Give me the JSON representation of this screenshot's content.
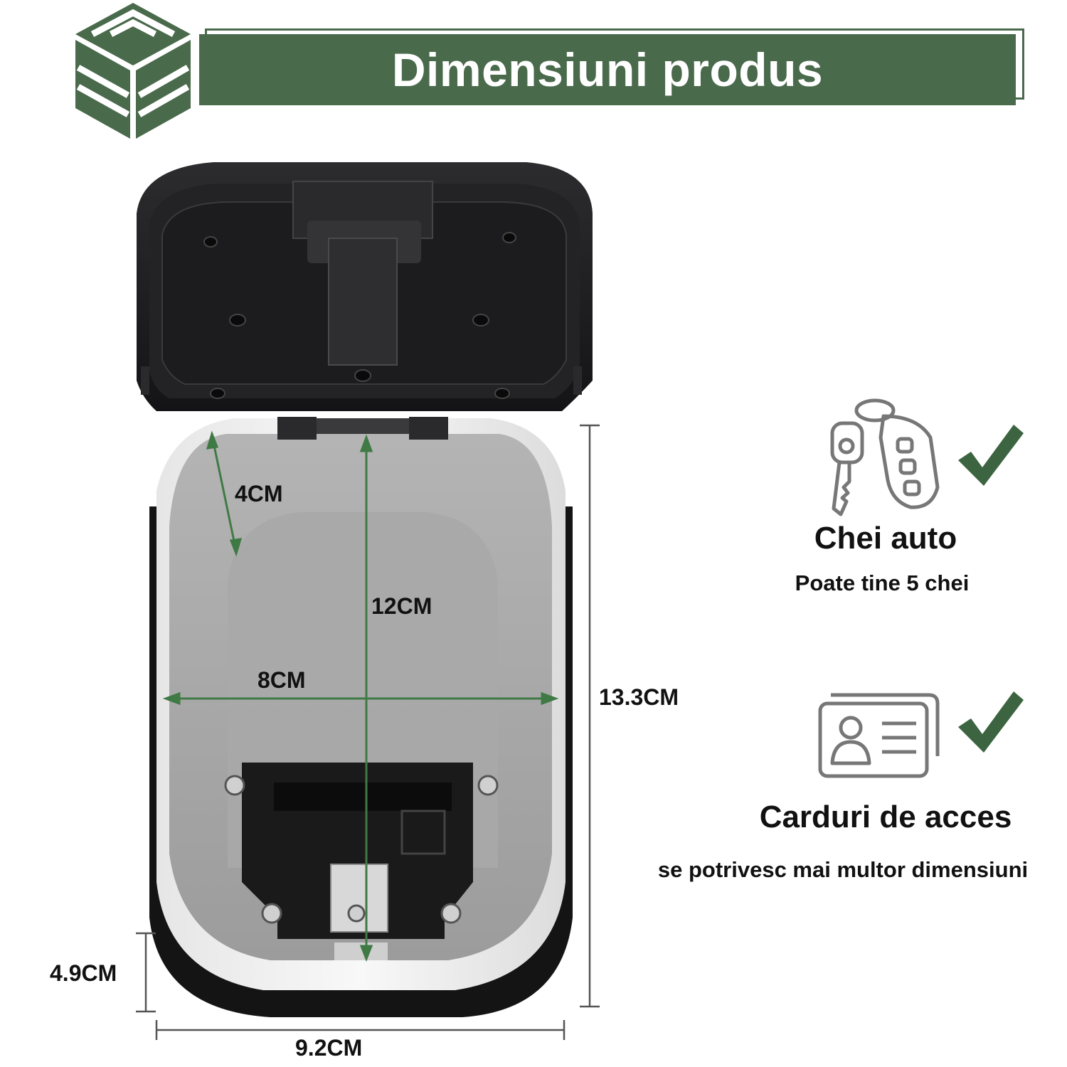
{
  "header": {
    "title": "Dimensiuni produs",
    "brand_color": "#4a6a4c"
  },
  "product": {
    "icon": "key-lock-box-open",
    "dimensions": {
      "depth": "4CM",
      "inner_height": "12CM",
      "inner_width": "8CM",
      "outer_height": "13.3CM",
      "thickness": "4.9CM",
      "outer_width": "9.2CM"
    }
  },
  "features": [
    {
      "icon": "car-keys-icon",
      "check_icon": "checkmark-icon",
      "title": "Chei auto",
      "subtitle": "Poate tine 5 chei"
    },
    {
      "icon": "access-card-icon",
      "check_icon": "checkmark-icon",
      "title": "Carduri de acces",
      "subtitle": "se potrivesc mai multor dimensiuni"
    }
  ]
}
